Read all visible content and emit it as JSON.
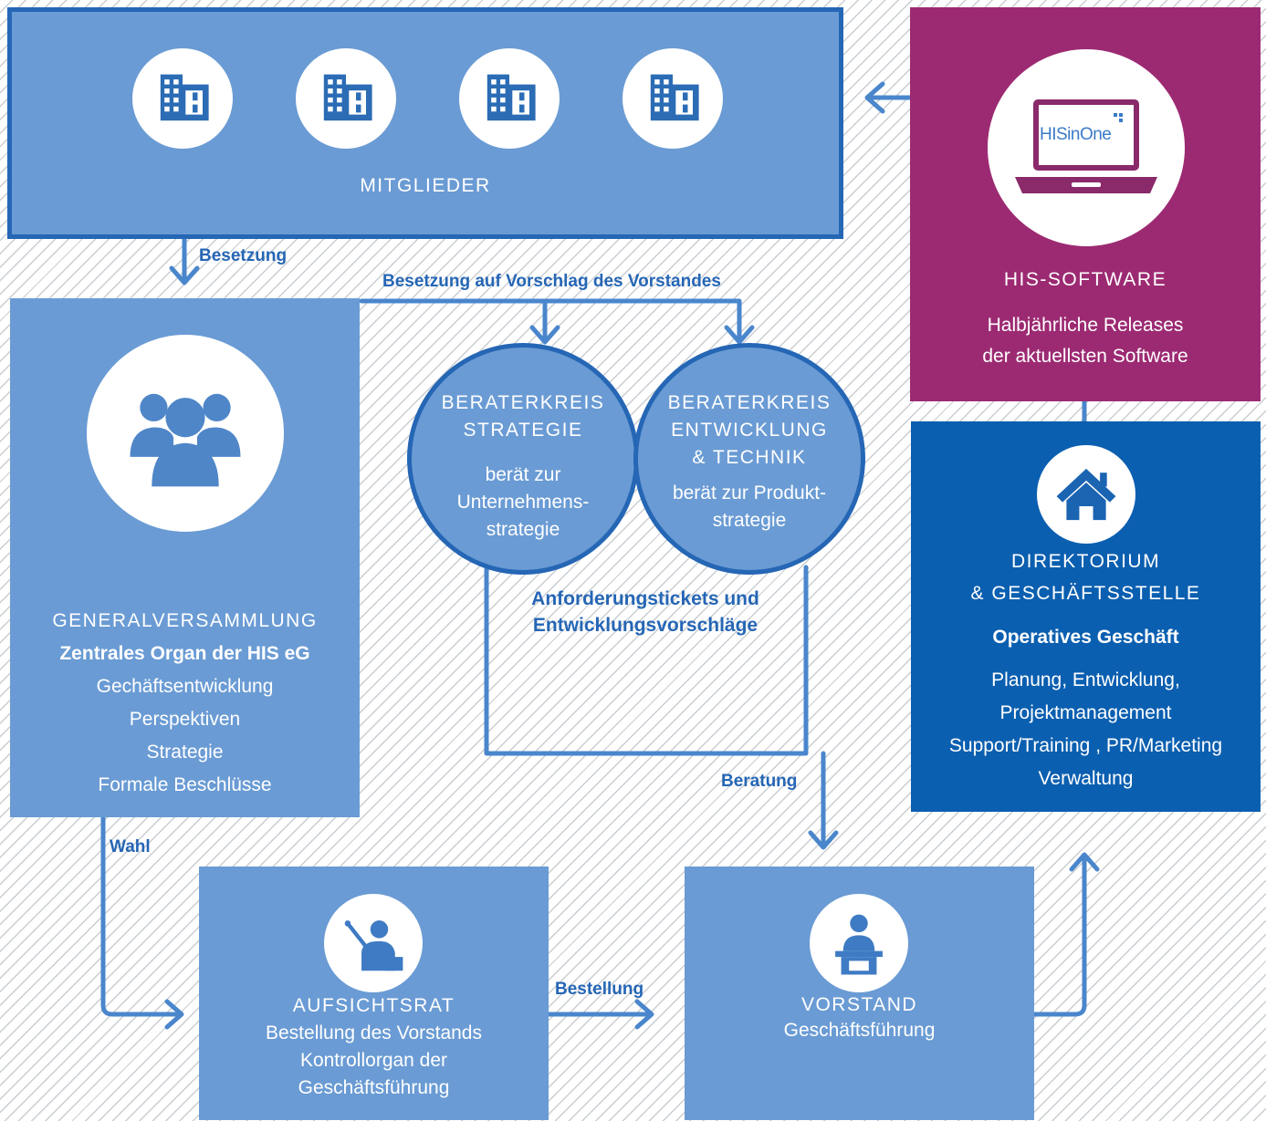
{
  "nodes": {
    "mitglieder": {
      "title": "MITGLIEDER"
    },
    "generalversammlung": {
      "title": "GENERALVERSAMMLUNG",
      "subtitle": "Zentrales Organ der HIS eG",
      "lines": [
        "Gechäftsentwicklung",
        "Perspektiven",
        "Strategie",
        "Formale Beschlüsse"
      ]
    },
    "beraterkreis_strategie": {
      "title_lines": [
        "BERATERKREIS",
        "STRATEGIE"
      ],
      "desc_lines": [
        "berät zur",
        "Unternehmens-",
        "strategie"
      ]
    },
    "beraterkreis_entwicklung": {
      "title_lines": [
        "BERATERKREIS",
        "ENTWICKLUNG",
        "& TECHNIK"
      ],
      "desc_lines": [
        "berät zur Produkt-",
        "strategie"
      ]
    },
    "his_software": {
      "title": "HIS-SOFTWARE",
      "lines": [
        "Halbjährliche Releases",
        "der aktuellsten Software"
      ],
      "logo_text": "HISinOne"
    },
    "direktorium": {
      "title_lines": [
        "DIREKTORIUM",
        "& GESCHÄFTSSTELLE"
      ],
      "subtitle": "Operatives Geschäft",
      "lines": [
        "Planung, Entwicklung,",
        "Projektmanagement",
        "Support/Training , PR/Marketing",
        "Verwaltung"
      ]
    },
    "aufsichtsrat": {
      "title": "AUFSICHTSRAT",
      "lines": [
        "Bestellung des Vorstands",
        "Kontrollorgan der",
        "Geschäftsführung"
      ]
    },
    "vorstand": {
      "title": "VORSTAND",
      "lines": [
        "Geschäftsführung"
      ]
    }
  },
  "edge_labels": {
    "besetzung": "Besetzung",
    "besetzung_vorschlag": "Besetzung auf Vorschlag des Vorstandes",
    "anforderungen": [
      "Anforderungstickets und",
      "Entwicklungsvorschläge"
    ],
    "beratung": "Beratung",
    "wahl": "Wahl",
    "bestellung": "Bestellung"
  },
  "icons": {
    "mitglieder": [
      "building-icon",
      "building-icon",
      "building-icon",
      "building-icon"
    ],
    "generalversammlung": "group-icon",
    "his_software": "laptop-icon",
    "direktorium": "house-icon",
    "aufsichtsrat": "teacher-icon",
    "vorstand": "speaker-podium-icon"
  },
  "colors": {
    "node_light_blue": "#6a9bd4",
    "node_dark_blue": "#0b5fb0",
    "node_magenta": "#9c2a72",
    "border_blue": "#2566b5",
    "edge_blue": "#4a86cc",
    "label_blue": "#2566b5"
  }
}
